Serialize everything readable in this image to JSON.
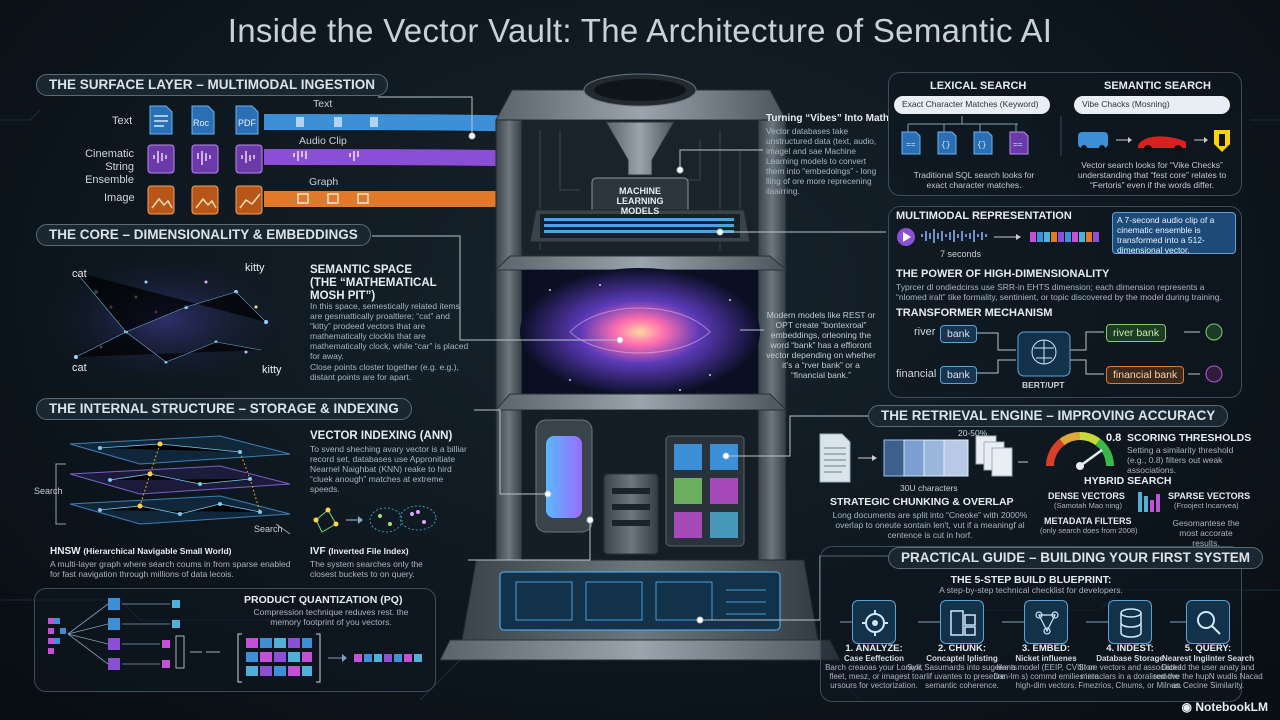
{
  "title": "Inside the Vector Vault: The Architecture of Semantic AI",
  "surface": {
    "header": "THE SURFACE LAYER – MULTIMODAL INGESTION",
    "rows": [
      "Text",
      "Cinematic\nString Ensemble",
      "Image"
    ],
    "file_labels": [
      "Roc",
      "PDF"
    ],
    "stream_labels": [
      "Text",
      "Audio Clip",
      "Graph"
    ]
  },
  "ml": {
    "label": "MACHINE\nLEARNING\nMODELS",
    "vibes_title": "Turning “Vibes” Into Math",
    "vibes_text": "Vector databases take unstructured data (text, audio, imagel and sae Machine Learning models to convert them into “embedolngs” - long lling of ore more reprecening ilaairring."
  },
  "core": {
    "header": "THE CORE – DIMENSIONALITY & EMBEDDINGS",
    "words": [
      "cat",
      "kitty",
      "cat",
      "kitty"
    ],
    "semantic_title": "SEMANTIC SPACE\n(THE “MATHEMATICAL\nMOSH PIT”)",
    "semantic_text": "In this space, semestically related items are gesmattically proaltlere; “cat” and “kitty” prodeed vectors that are mathematically clockls that are mathematically clock, while “car” is placed for away.",
    "semantic_text2": "Close points closter together (e.g. e.g.), distant points are for apart.",
    "galaxy_note": "Modern models like REST or OPT create “bontexroal” embeddings, orleoning the word “bank” has a effioront vector depending on whether it’s a “rver bank” or a “financial bank.”"
  },
  "storage": {
    "header": "THE INTERNAL STRUCTURE – STORAGE & INDEXING",
    "search_labels": [
      "Search",
      "Search"
    ],
    "ann_title": "VECTOR INDEXING (ANN)",
    "ann_text": "To svend sheching avary vector is a billiar record set, databases use Appronitiate Nearnel Naighbat (KNN) reake to hird “cluek anough” matches at extreme speeds.",
    "hnsw_title": "HNSW",
    "hnsw_sub": "(Hierarchical Navigable Small World)",
    "hnsw_text": "A multi-layer graph where search coums in from sparse enabled for fast navigation through millions of data lecois.",
    "ivf_title": "IVF",
    "ivf_sub": "(Inverted File Index)",
    "ivf_text": "The system searches only the closest buckets to on query.",
    "pq_title": "PRODUCT QUANTIZATION (PQ)",
    "pq_text": "Compression technique reduves rest. the memory footprint of you vectors."
  },
  "search": {
    "lexical_title": "LEXICAL SEARCH",
    "lexical_box": "Exact Character Matches (Keyword)",
    "lexical_text": "Traditional SQL search looks for exact character matches.",
    "semantic_title": "SEMANTIC SEARCH",
    "semantic_box": "Vibe Chacks (Mosning)",
    "semantic_text": "Vector search looks for “Vike Checks” understanding that “fest core” relates to “Fertoris” even if the words differ."
  },
  "multimodal": {
    "title": "MULTIMODAL REPRESENTATION",
    "seconds": "7 seconds",
    "note": "A 7-second audio clip of a cinematic ensemble is transformed into a 512-dimensional vector.",
    "hd_title": "THE POWER OF HIGH-DIMENSIONALITY",
    "hd_text": "Typrcer dl ondiedcirss use SRR-in EHTS dimension; each dimension represents a “nlomed iralt” tike formality, sentinient, or topic discovered by the model during training.",
    "tr_title": "TRANSFORMER MECHANISM",
    "river": "river",
    "financial": "financial",
    "bank": "bank",
    "model": "BERT/UPT",
    "river_bank": "river bank",
    "financial_bank": "financial bank"
  },
  "retrieval": {
    "header": "THE RETRIEVAL ENGINE – IMPROVING ACCURACY",
    "overlap_pct": "20-50%",
    "chars": "30U characters",
    "chunk_title": "STRATEGIC CHUNKING & OVERLAP",
    "chunk_text": "Long documents are split into “Cneoke” with 2000% overlap to oneute sontain len't, vut if a meaningf al centence is cut in horf.",
    "gauge_value": "0.8",
    "score_title": "SCORING THRESHOLDS",
    "score_text": "Setting a similarity threshold (e.g., 0.8) filters out weak associations.",
    "hybrid_title": "HYBRID SEARCH",
    "dense_title": "DENSE VECTORS",
    "dense_sub": "(Samotah Mao ning)",
    "sparse_title": "SPARSE VECTORS",
    "sparse_sub": "(Frooject Incanvea)",
    "meta_title": "METADATA FILTERS",
    "meta_sub": "(only search does from 2008)",
    "hybrid_text": "Gesomantese the most accorate results."
  },
  "guide": {
    "header": "PRACTICAL GUIDE – BUILDING YOUR FIRST SYSTEM",
    "blueprint": "THE 5-STEP BUILD BLUEPRINT:",
    "blueprint_sub": "A step-by-step technical checklist for developers.",
    "steps": [
      {
        "title": "1. ANALYZE:",
        "sub": "Case Eeffection",
        "text": "Barch creaoas your Lorwor, fleet, mesz, or imagest to ursours for vectorization."
      },
      {
        "title": "2. CHUNK:",
        "sub": "Concaptel Iplisting",
        "text": "Sylit Sasumards into sugerants arlif uvantes to presenre semantic coherence."
      },
      {
        "title": "3. EMBED:",
        "sub": "Nicket influenes",
        "text": "like a model (EEIP, CVIIII or Dan-lm s) commd emilies into high-dim vectors."
      },
      {
        "title": "4. INDEST:",
        "sub": "Database Storage",
        "text": "Store vectors and associated meraclars in a doralised the Fmezrios, Clnums, or Milnus."
      },
      {
        "title": "5. QUERY:",
        "sub": "Nearest Ingilnter Search",
        "text": "Dicked the user anaty and remove the hupN wudls Nacad an Cecine Similarity."
      }
    ]
  },
  "brand": "NotebookLM"
}
